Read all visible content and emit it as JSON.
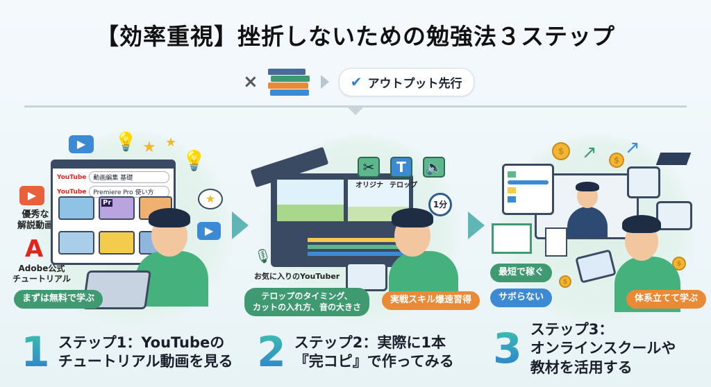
{
  "title": "【効率重視】挫折しないための勉強法３ステップ",
  "subheader": {
    "times_symbol": "×",
    "books_icon": "books-icon",
    "highlight": "アウトプット先行",
    "check_icon": "check-icon"
  },
  "colors": {
    "green": "#3f9a72",
    "orange": "#e98a36",
    "blue": "#3b8ad3",
    "number_gradient": [
      "#3cc0b0",
      "#2c7fd0"
    ]
  },
  "panel1": {
    "search1_brand": "YouTube",
    "search1_query": "動画編集 基礎",
    "search2_brand": "YouTube",
    "search2_query": "Premiere Pro 使い方",
    "label_videos": "優秀な\n解説動画",
    "label_adobe": "Adobe公式\nチュートリアル",
    "tag": "まずは無料で学ぶ",
    "thumb_logo": "Pr"
  },
  "panel2": {
    "tool1_label": "オリジナ",
    "tool2_label": "テロップ",
    "tool2_glyph": "T",
    "timer": "1分",
    "label_youtuber": "お気に入りのYouTuber",
    "tag_green": "テロップのタイミング、\nカットの入れ方、音の大きさ",
    "tag_orange": "実戦スキル爆速習得"
  },
  "panel3": {
    "coin_symbol": "$",
    "tag_green": "最短で稼ぐ",
    "tag_blue": "サボらない",
    "tag_orange": "体系立てて学ぶ"
  },
  "steps": [
    {
      "number": "1",
      "line1": "ステップ1：YouTubeの",
      "line2": "チュートリアル動画を見る"
    },
    {
      "number": "2",
      "line1": "ステップ2：実際に1本",
      "line2": "『完コピ』で作ってみる"
    },
    {
      "number": "3",
      "line1": "ステップ3：",
      "line2": "オンラインスクールや",
      "line3": "教材を活用する"
    }
  ]
}
